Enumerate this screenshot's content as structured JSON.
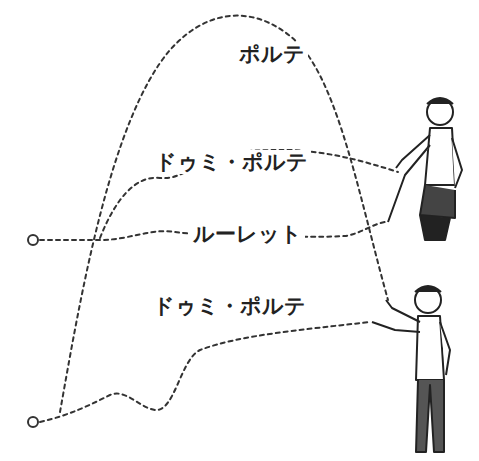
{
  "diagram": {
    "labels": [
      "ポルテ",
      "ドゥミ・ポルテ",
      "ルーレット",
      "ドゥミ・ポルテ"
    ]
  }
}
